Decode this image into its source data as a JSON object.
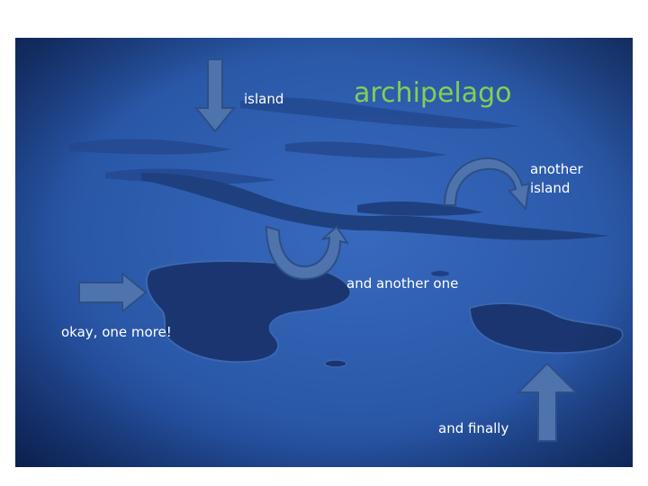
{
  "labels": {
    "island": "island",
    "archipelago": "archipelago",
    "another_island_line1": "another",
    "another_island_line2": "island",
    "another_one": "and another one",
    "one_more": "okay, one more!",
    "finally": "and finally"
  },
  "colors": {
    "sea_center": "#2f5fb3",
    "sea_edge": "#0e2460",
    "island_fill": "#1b3772",
    "island_shore": "#3a67b0",
    "arrow_fill": "#4f73ac",
    "arrow_stroke": "#2d4f86",
    "title_green": "#83cf53",
    "label_white": "#ffffff"
  },
  "arrows": [
    {
      "name": "down-arrow-icon",
      "direction": "down"
    },
    {
      "name": "curved-arrow-right-down-icon",
      "direction": "curve-down-right"
    },
    {
      "name": "u-turn-arrow-up-icon",
      "direction": "curve-up"
    },
    {
      "name": "right-arrow-icon",
      "direction": "right"
    },
    {
      "name": "up-arrow-icon",
      "direction": "up"
    }
  ]
}
